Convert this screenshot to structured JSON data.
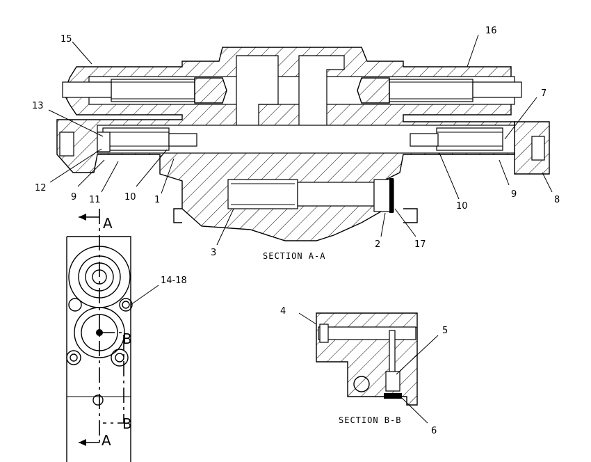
{
  "sections": {
    "a": "SECTION A-A",
    "b": "SECTION B-B"
  },
  "cut_letters": {
    "a_top": "A",
    "a_bottom": "A",
    "b_top": "B",
    "b_bottom": "B"
  },
  "callouts": {
    "c1": "1",
    "c2": "2",
    "c3": "3",
    "c4": "4",
    "c5": "5",
    "c6": "6",
    "c7": "7",
    "c8": "8",
    "c9_left": "9",
    "c9_right": "9",
    "c10_left": "10",
    "c10_right": "10",
    "c11": "11",
    "c12": "12",
    "c13": "13",
    "c14_18": "14-18",
    "c15": "15",
    "c16": "16",
    "c17": "17"
  }
}
